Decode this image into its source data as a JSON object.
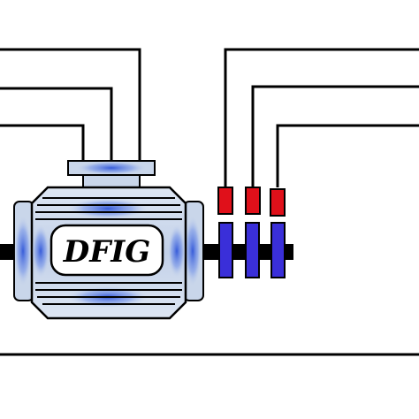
{
  "diagram": {
    "generator_label": "DFIG",
    "colors": {
      "wire": "#000000",
      "motor_body": "#c9d6ea",
      "motor_outline": "#000000",
      "motor_glow": "#2f55d8",
      "slip_ring": "#3a2fd9",
      "brush": "#e0101a",
      "label_box": "#ffffff"
    },
    "components": {
      "generator": "dfig-generator",
      "slip_rings_count": 3,
      "brushes_count": 3,
      "stator_wires_count": 3,
      "rotor_wires_count": 3
    }
  }
}
